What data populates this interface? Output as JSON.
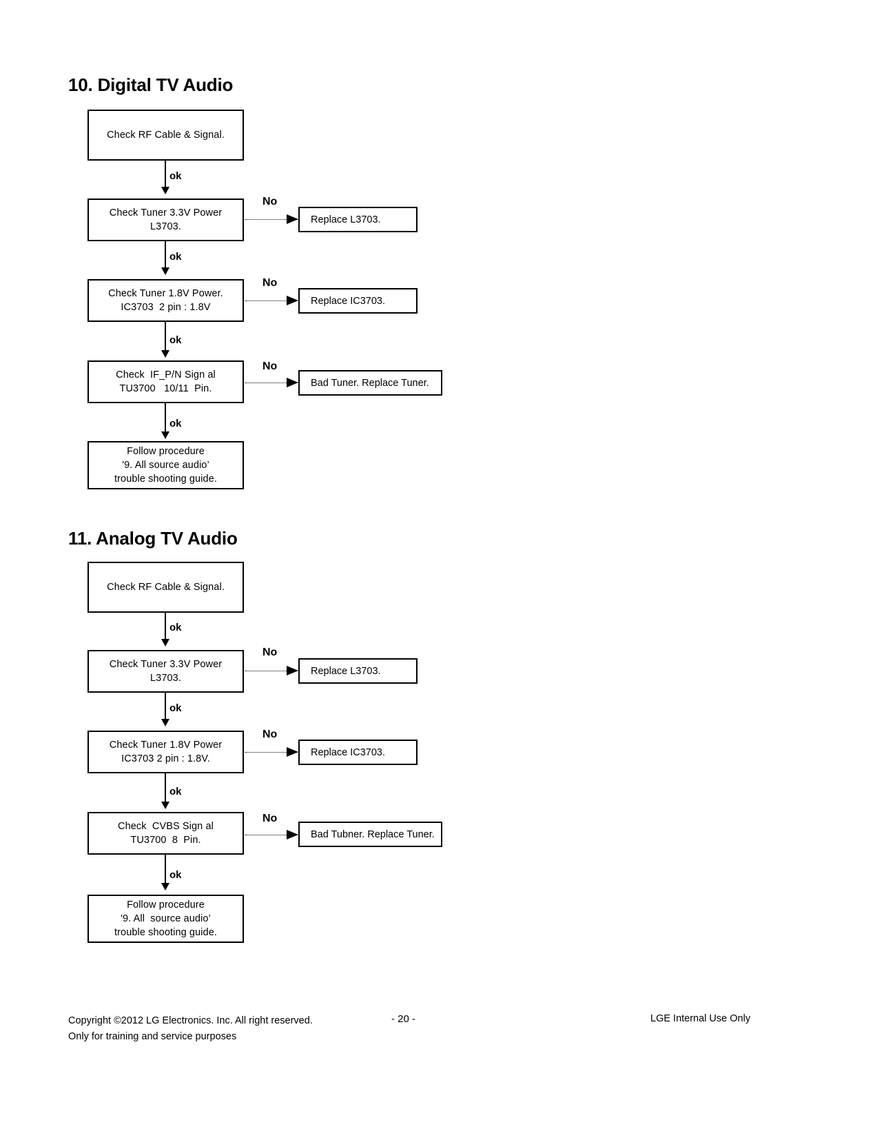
{
  "page": {
    "number_label": "- 20 -",
    "background": "#ffffff",
    "ink": "#000000"
  },
  "sections": [
    {
      "id": "digital-tv-audio",
      "title": "10. Digital TV Audio",
      "steps": [
        {
          "id": "check-rf-cable-signal",
          "lines": [
            "Check RF Cable & Signal."
          ],
          "down_label": "ok"
        },
        {
          "id": "check-tuner-3v3-power",
          "lines": [
            "Check Tuner 3.3V Power",
            "L3703."
          ],
          "down_label": "ok",
          "branch_label": "No",
          "branch": {
            "id": "replace-l3703",
            "lines": [
              "Replace L3703."
            ]
          }
        },
        {
          "id": "check-tuner-1v8-power",
          "lines": [
            "Check Tuner 1.8V Power.",
            "IC3703  2 pin : 1.8V"
          ],
          "down_label": "ok",
          "branch_label": "No",
          "branch": {
            "id": "replace-ic3703",
            "lines": [
              "Replace IC3703."
            ]
          }
        },
        {
          "id": "check-if-pn-signal",
          "lines": [
            "Check  IF_P/N Sign al",
            "TU3700   10/11  Pin."
          ],
          "down_label": "ok",
          "branch_label": "No",
          "branch": {
            "id": "bad-tuner-replace-tuner",
            "lines": [
              "Bad Tuner. Replace Tuner."
            ]
          }
        },
        {
          "id": "follow-procedure-all-source-audio",
          "lines": [
            "Follow procedure",
            "'9. All source audio’",
            "trouble shooting guide."
          ]
        }
      ]
    },
    {
      "id": "analog-tv-audio",
      "title": "11. Analog TV Audio",
      "steps": [
        {
          "id": "check-rf-cable-signal",
          "lines": [
            "Check RF Cable & Signal."
          ],
          "down_label": "ok"
        },
        {
          "id": "check-tuner-3v3-power",
          "lines": [
            "Check Tuner 3.3V Power",
            "L3703."
          ],
          "down_label": "ok",
          "branch_label": "No",
          "branch": {
            "id": "replace-l3703",
            "lines": [
              "Replace L3703."
            ]
          }
        },
        {
          "id": "check-tuner-1v8-power",
          "lines": [
            "Check Tuner 1.8V Power",
            "IC3703 2 pin : 1.8V."
          ],
          "down_label": "ok",
          "branch_label": "No",
          "branch": {
            "id": "replace-ic3703",
            "lines": [
              "Replace IC3703."
            ]
          }
        },
        {
          "id": "check-cvbs-signal",
          "lines": [
            "Check  CVBS Sign al",
            "TU3700  8  Pin."
          ],
          "down_label": "ok",
          "branch_label": "No",
          "branch": {
            "id": "bad-tubner-replace-tuner",
            "lines": [
              "Bad Tubner. Replace Tuner."
            ]
          }
        },
        {
          "id": "follow-procedure-all-source-audio",
          "lines": [
            "Follow procedure",
            "'9. All  source audio’",
            "trouble shooting guide."
          ]
        }
      ]
    }
  ],
  "footer": {
    "copyright": "Copyright ©2012 LG Electronics. Inc. All right reserved.\nOnly for training and service purposes",
    "page_number": "- 20 -",
    "confidentiality": "LGE Internal Use Only"
  }
}
